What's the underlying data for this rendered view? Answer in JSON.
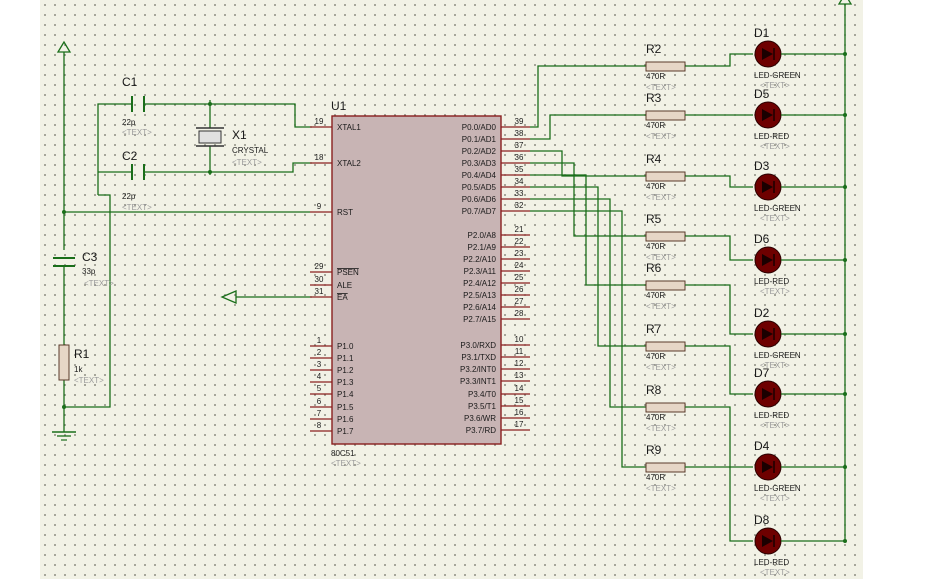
{
  "mcu": {
    "ref": "U1",
    "part": "80C51",
    "placeholder": "<TEXT>"
  },
  "left_pins": [
    {
      "num": "19",
      "name": "XTAL1"
    },
    {
      "num": "18",
      "name": "XTAL2"
    },
    {
      "num": "9",
      "name": "RST"
    },
    {
      "num": "29",
      "name": "PSEN"
    },
    {
      "num": "30",
      "name": "ALE"
    },
    {
      "num": "31",
      "name": "EA"
    },
    {
      "num": "1",
      "name": "P1.0"
    },
    {
      "num": "2",
      "name": "P1.1"
    },
    {
      "num": "3",
      "name": "P1.2"
    },
    {
      "num": "4",
      "name": "P1.3"
    },
    {
      "num": "5",
      "name": "P1.4"
    },
    {
      "num": "6",
      "name": "P1.5"
    },
    {
      "num": "7",
      "name": "P1.6"
    },
    {
      "num": "8",
      "name": "P1.7"
    }
  ],
  "right_pins": [
    {
      "num": "39",
      "name": "P0.0/AD0"
    },
    {
      "num": "38",
      "name": "P0.1/AD1"
    },
    {
      "num": "37",
      "name": "P0.2/AD2"
    },
    {
      "num": "36",
      "name": "P0.3/AD3"
    },
    {
      "num": "35",
      "name": "P0.4/AD4"
    },
    {
      "num": "34",
      "name": "P0.5/AD5"
    },
    {
      "num": "33",
      "name": "P0.6/AD6"
    },
    {
      "num": "32",
      "name": "P0.7/AD7"
    },
    {
      "num": "21",
      "name": "P2.0/A8"
    },
    {
      "num": "22",
      "name": "P2.1/A9"
    },
    {
      "num": "23",
      "name": "P2.2/A10"
    },
    {
      "num": "24",
      "name": "P2.3/A11"
    },
    {
      "num": "25",
      "name": "P2.4/A12"
    },
    {
      "num": "26",
      "name": "P2.5/A13"
    },
    {
      "num": "27",
      "name": "P2.6/A14"
    },
    {
      "num": "28",
      "name": "P2.7/A15"
    },
    {
      "num": "10",
      "name": "P3.0/RXD"
    },
    {
      "num": "11",
      "name": "P3.1/TXD"
    },
    {
      "num": "12",
      "name": "P3.2/INT0"
    },
    {
      "num": "13",
      "name": "P3.3/INT1"
    },
    {
      "num": "14",
      "name": "P3.4/T0"
    },
    {
      "num": "15",
      "name": "P3.5/T1"
    },
    {
      "num": "16",
      "name": "P3.6/WR"
    },
    {
      "num": "17",
      "name": "P3.7/RD"
    }
  ],
  "components": {
    "c1": {
      "ref": "C1",
      "value": "22p",
      "placeholder": "<TEXT>"
    },
    "c2": {
      "ref": "C2",
      "value": "22p",
      "placeholder": "<TEXT>"
    },
    "c3": {
      "ref": "C3",
      "value": "33p",
      "placeholder": "<TEXT>"
    },
    "x1": {
      "ref": "X1",
      "value": "CRYSTAL",
      "placeholder": "<TEXT>"
    },
    "r1": {
      "ref": "R1",
      "value": "1k",
      "placeholder": "<TEXT>"
    }
  },
  "resistors": [
    {
      "ref": "R2",
      "value": "470R",
      "placeholder": "<TEXT>"
    },
    {
      "ref": "R3",
      "value": "470R",
      "placeholder": "<TEXT>"
    },
    {
      "ref": "R4",
      "value": "470R",
      "placeholder": "<TEXT>"
    },
    {
      "ref": "R5",
      "value": "470R",
      "placeholder": "<TEXT>"
    },
    {
      "ref": "R6",
      "value": "470R",
      "placeholder": "<TEXT>"
    },
    {
      "ref": "R7",
      "value": "470R",
      "placeholder": "<TEXT>"
    },
    {
      "ref": "R8",
      "value": "470R",
      "placeholder": "<TEXT>"
    },
    {
      "ref": "R9",
      "value": "470R",
      "placeholder": "<TEXT>"
    }
  ],
  "leds": [
    {
      "ref": "D1",
      "value": "LED-GREEN",
      "placeholder": "<TEXT>"
    },
    {
      "ref": "D5",
      "value": "LED-RED",
      "placeholder": "<TEXT>"
    },
    {
      "ref": "D3",
      "value": "LED-GREEN",
      "placeholder": "<TEXT>"
    },
    {
      "ref": "D6",
      "value": "LED-RED",
      "placeholder": "<TEXT>"
    },
    {
      "ref": "D2",
      "value": "LED-GREEN",
      "placeholder": "<TEXT>"
    },
    {
      "ref": "D7",
      "value": "LED-RED",
      "placeholder": "<TEXT>"
    },
    {
      "ref": "D4",
      "value": "LED-GREEN",
      "placeholder": "<TEXT>"
    },
    {
      "ref": "D8",
      "value": "LED-RED",
      "placeholder": "<TEXT>"
    }
  ],
  "colors": {
    "sheet": "#f2f2e6",
    "wire": "#1a6e1a",
    "chip_fill": "#c8b4b4",
    "chip_border": "#8a1f1f",
    "pin": "#8a1f1f",
    "label": "#1a1a1a",
    "placeholder": "#9a9a9a",
    "led_fill": "#6e0000",
    "resistor_fill": "#e6d6c6"
  }
}
